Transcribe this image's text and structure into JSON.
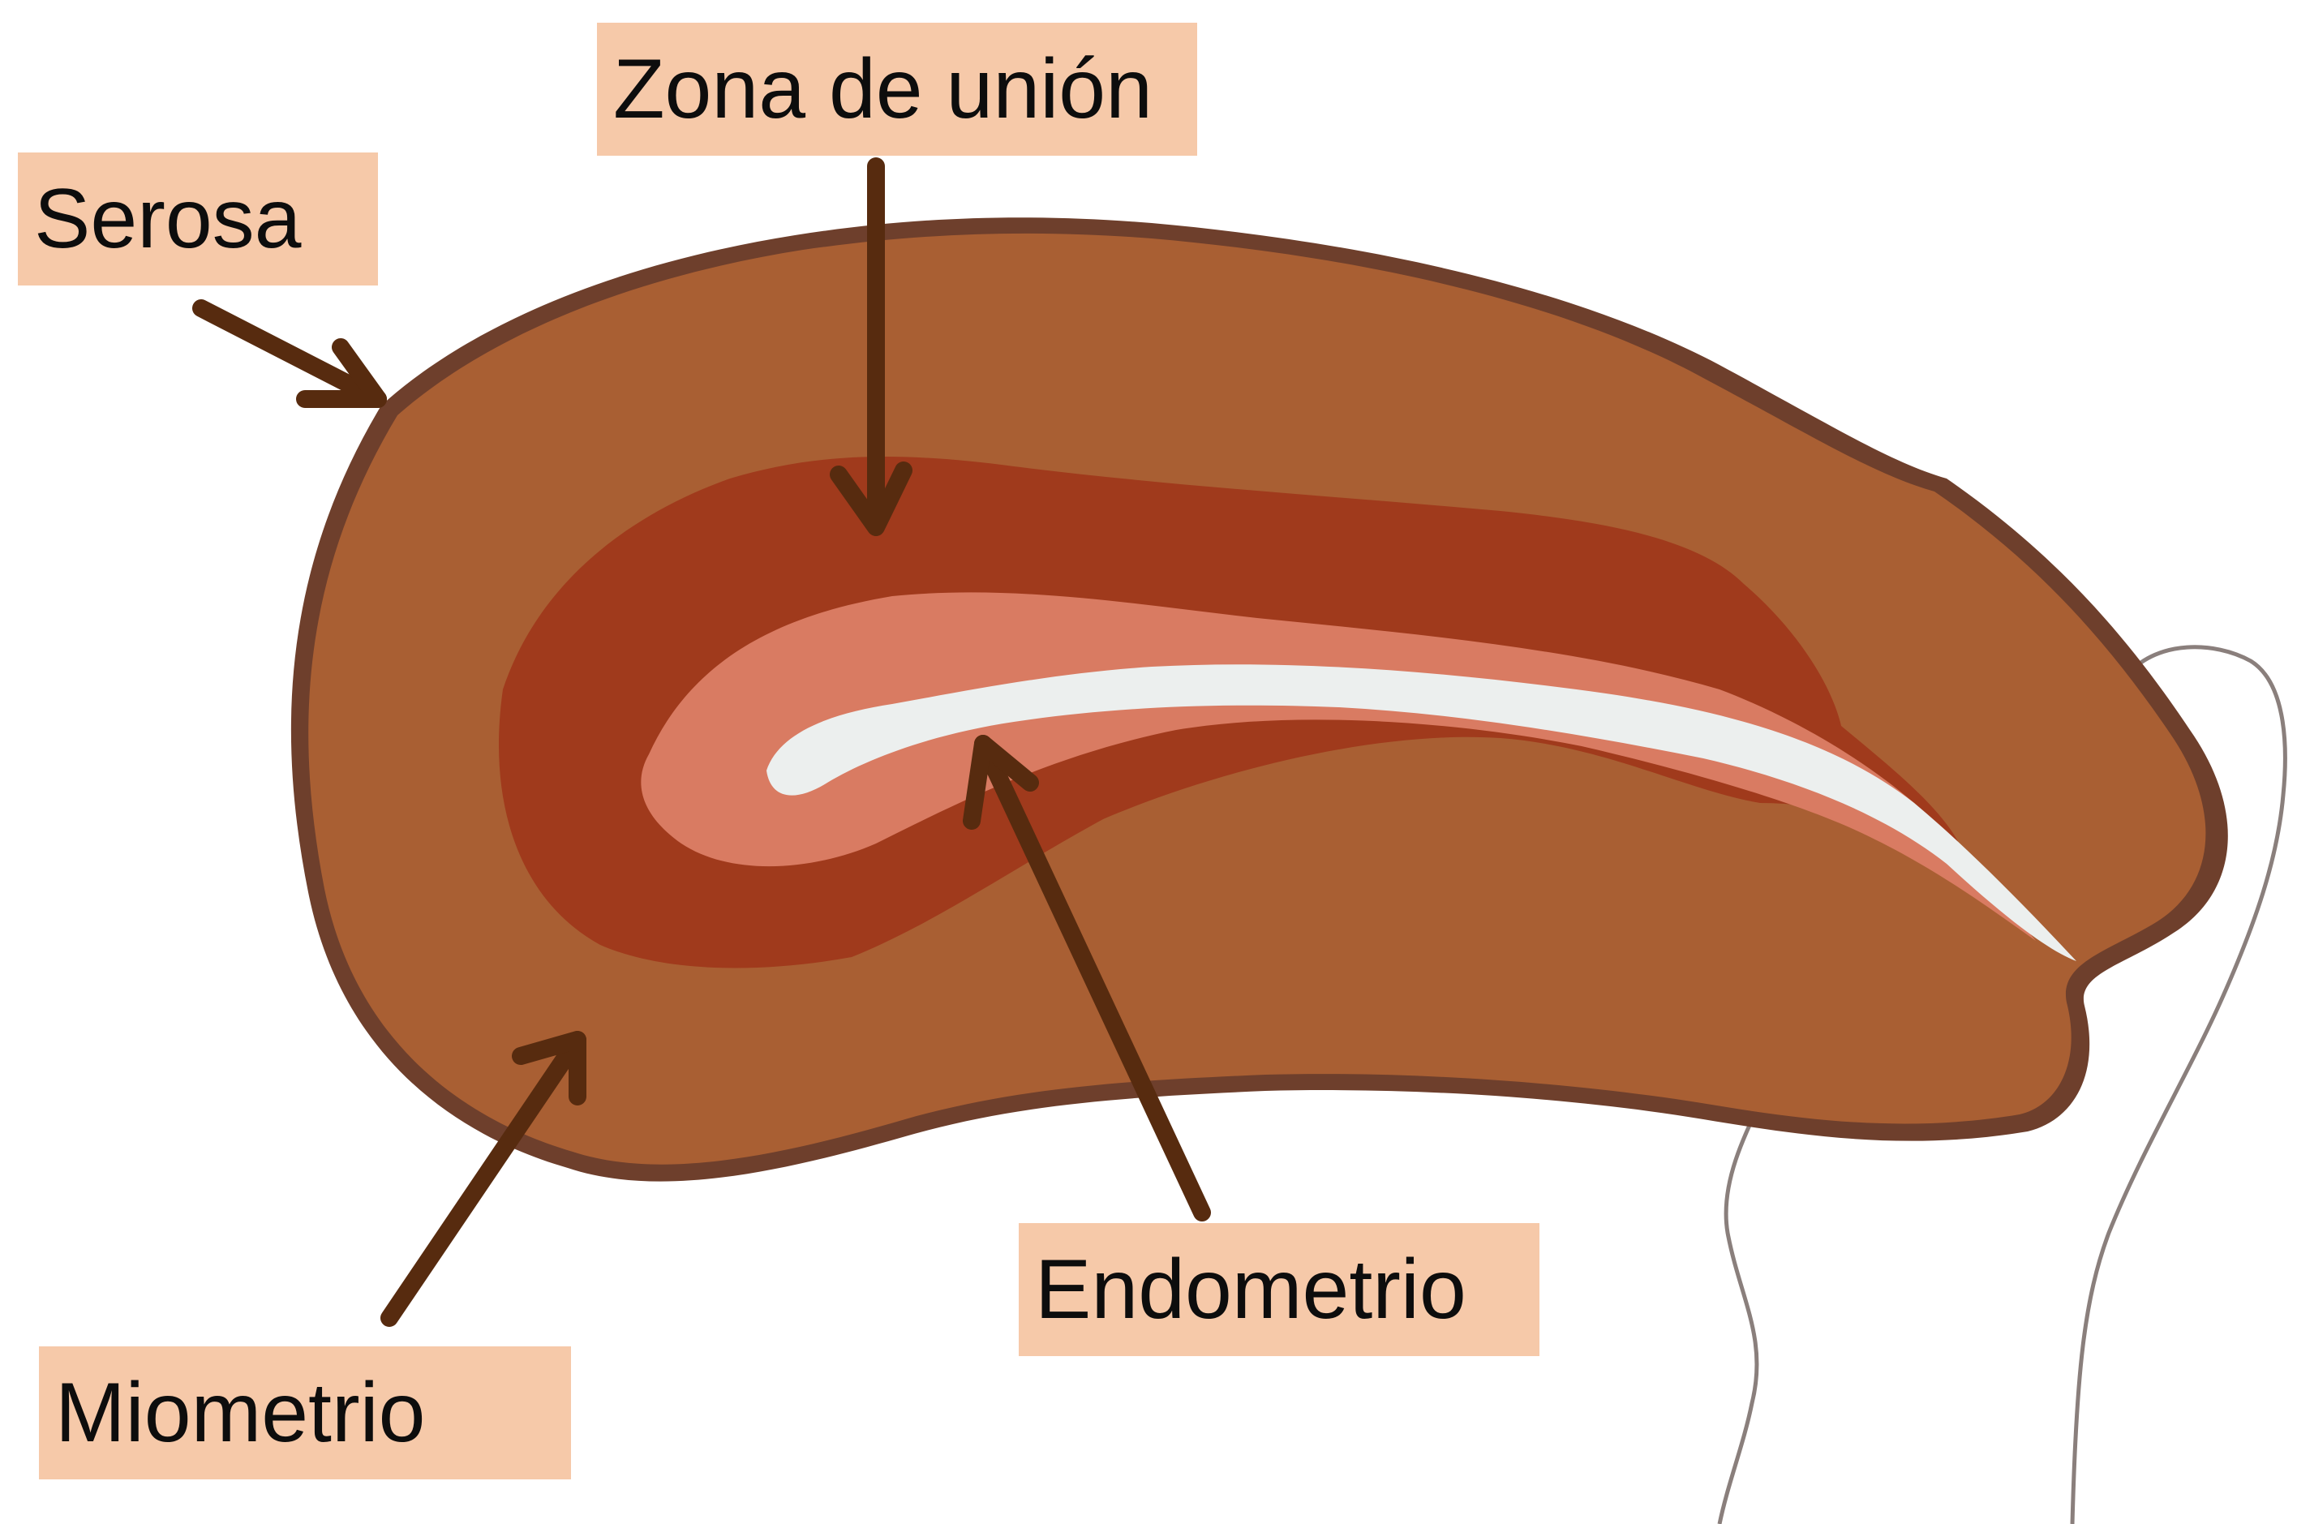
{
  "colors": {
    "background": "#ffffff",
    "serosa_outline": "#6e3f2c",
    "myometrium": "#a95f33",
    "junctional_zone": "#a03a1c",
    "endometrium": "#d97b62",
    "cavity": "#ecefee",
    "arrow": "#572b0f",
    "label_fill": "#f6c9a9",
    "label_text": "#0d0d0d",
    "vagina_line": "#8a7f7c"
  },
  "labels": {
    "zona_de_union": "Zona de unión",
    "serosa": "Serosa",
    "endometrio": "Endometrio",
    "miometrio": "Miometrio"
  }
}
